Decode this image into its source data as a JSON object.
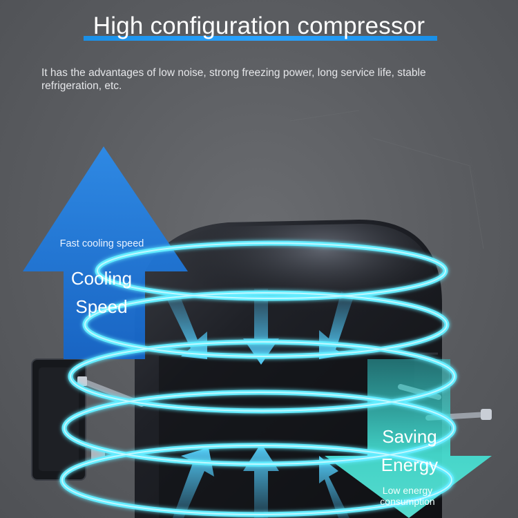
{
  "header": {
    "title": "High configuration compressor",
    "subtitle": "It has the advantages of low noise, strong freezing power, long service life, stable refrigeration, etc."
  },
  "cooling_arrow": {
    "small_text": "Fast cooling speed",
    "line1": "Cooling",
    "line2": "Speed"
  },
  "energy_arrow": {
    "line1": "Saving",
    "line2": "Energy",
    "small_text_line1": "Low energy",
    "small_text_line2": "consumption"
  },
  "colors": {
    "background": "#5d5f63",
    "accent_blue": "#1a8fe6",
    "cooling_arrow_blue": "#1f7fd9",
    "energy_arrow_teal": "#3fd8cf",
    "ring_cyan": "#5fe9ff",
    "compressor_body": "#1b1d22"
  }
}
